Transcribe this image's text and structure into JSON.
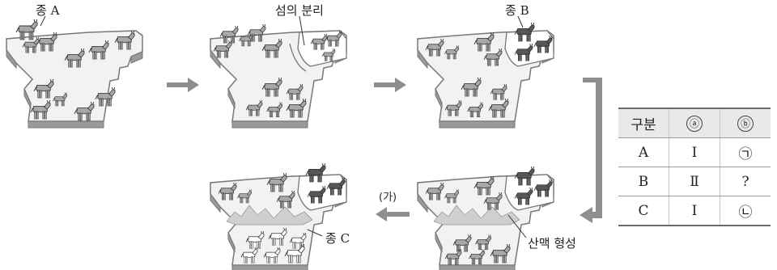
{
  "labels": {
    "species_a": "종 A",
    "island_separation": "섬의 분리",
    "species_b": "종 B",
    "species_c": "종 C",
    "step_ga": "(가)",
    "mountain_formation": "산맥 형성"
  },
  "table": {
    "headers": [
      "구분",
      "ⓐ",
      "ⓑ"
    ],
    "rows": [
      [
        "A",
        "Ⅰ",
        "㉠"
      ],
      [
        "B",
        "Ⅱ",
        "?"
      ],
      [
        "C",
        "Ⅰ",
        "㉡"
      ]
    ]
  },
  "colors": {
    "land_top": "#f2f2f2",
    "land_edge": "#777777",
    "animal_light": "#a8a8a8",
    "animal_dark": "#575757",
    "arrow": "#8f8f8f",
    "mountain": "#cfcfcf"
  }
}
